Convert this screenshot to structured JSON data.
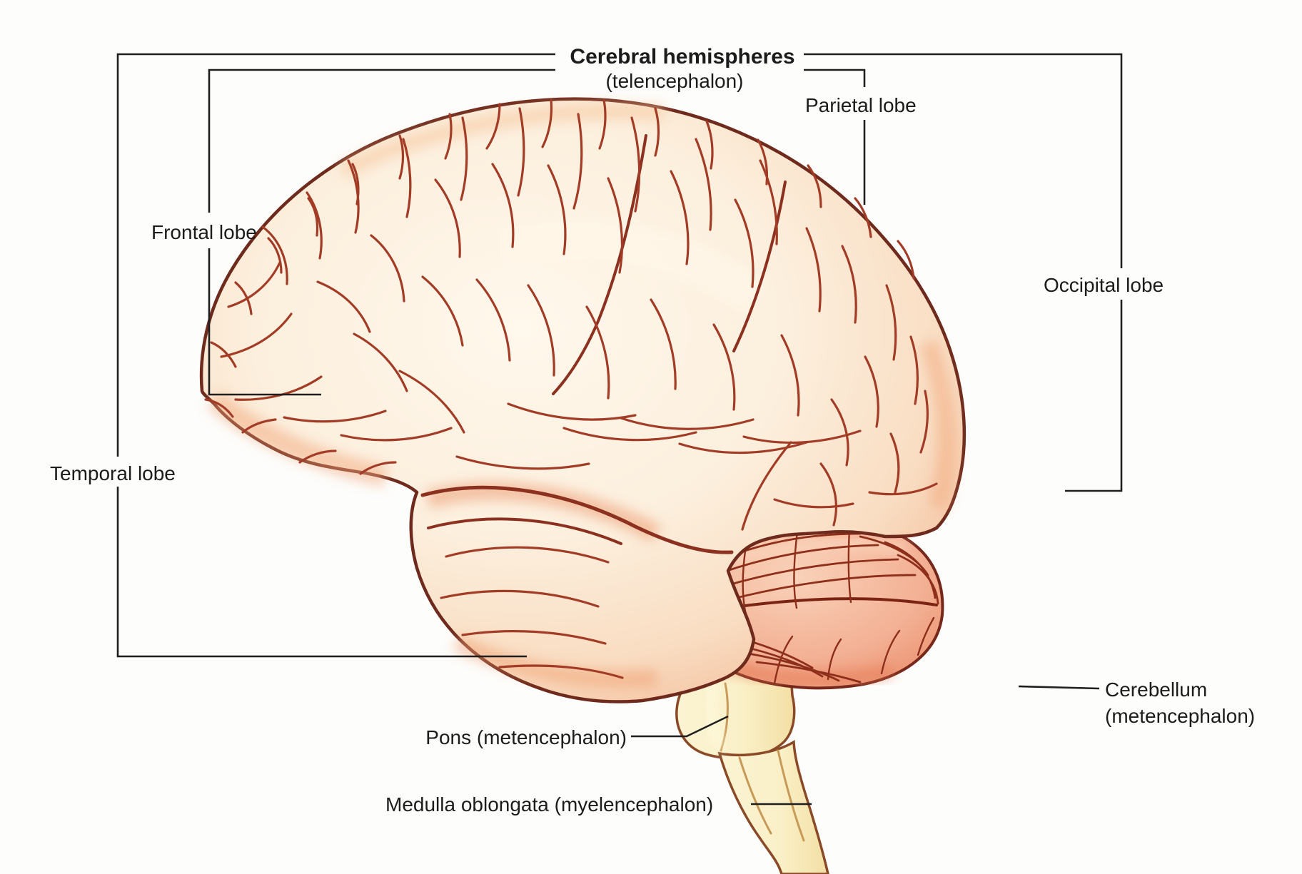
{
  "diagram": {
    "title": {
      "main": "Cerebral hemispheres",
      "sub": "(telencephalon)"
    },
    "labels": {
      "parietal": "Parietal lobe",
      "frontal": "Frontal lobe",
      "occipital": "Occipital lobe",
      "temporal": "Temporal lobe",
      "pons": "Pons (metencephalon)",
      "medulla": "Medulla oblongata (myelencephalon)",
      "cerebellum_line1": "Cerebellum",
      "cerebellum_line2": "(metencephalon)"
    },
    "colors": {
      "background": "#fdfdfb",
      "label_text": "#1c1c1c",
      "leader_line": "#1f1f1f",
      "brain_outline": "#6e2a1c",
      "sulci": "#a23c26",
      "sulci_major": "#8c3120",
      "brain_fill_center": "#fff8ec",
      "brain_fill_edge": "#efa77f",
      "cerebellum_fill": "#f3b094",
      "cerebellum_folia": "#8e2f1b",
      "brainstem_fill": "#faf0c8",
      "brainstem_outline": "#8a4a28"
    }
  }
}
